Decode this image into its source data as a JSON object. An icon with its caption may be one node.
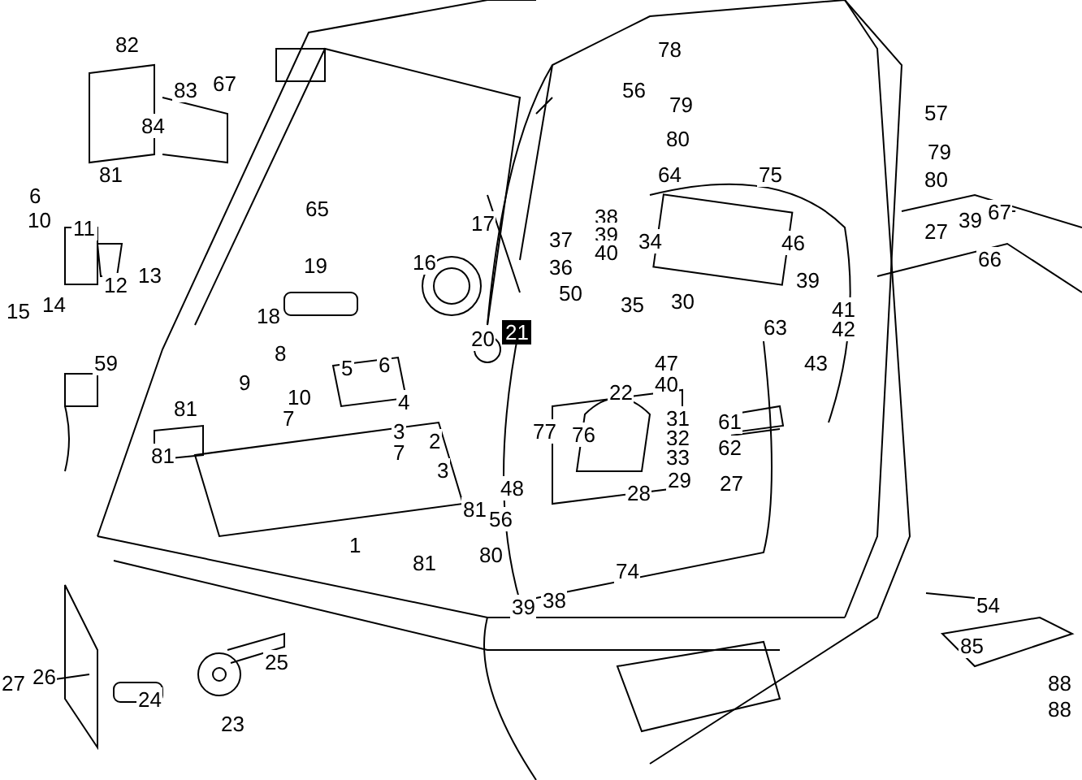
{
  "diagram": {
    "labels": [
      "82",
      "83",
      "67",
      "84",
      "81",
      "6",
      "10",
      "11",
      "65",
      "17",
      "16",
      "19",
      "12",
      "13",
      "15",
      "14",
      "18",
      "20",
      "21",
      "8",
      "5",
      "6",
      "9",
      "10",
      "4",
      "7",
      "59",
      "81",
      "81",
      "3",
      "7",
      "2",
      "3",
      "1",
      "81",
      "48",
      "56",
      "80",
      "81",
      "39",
      "38",
      "77",
      "76",
      "22",
      "47",
      "40",
      "31",
      "32",
      "33",
      "61",
      "62",
      "27",
      "28",
      "29",
      "74",
      "54",
      "85",
      "88",
      "88",
      "78",
      "56",
      "79",
      "80",
      "57",
      "79",
      "80",
      "64",
      "75",
      "37",
      "38",
      "39",
      "40",
      "34",
      "46",
      "39",
      "36",
      "27",
      "39",
      "67",
      "66",
      "50",
      "35",
      "30",
      "41",
      "42",
      "63",
      "43",
      "27",
      "26",
      "24",
      "23",
      "25"
    ]
  }
}
